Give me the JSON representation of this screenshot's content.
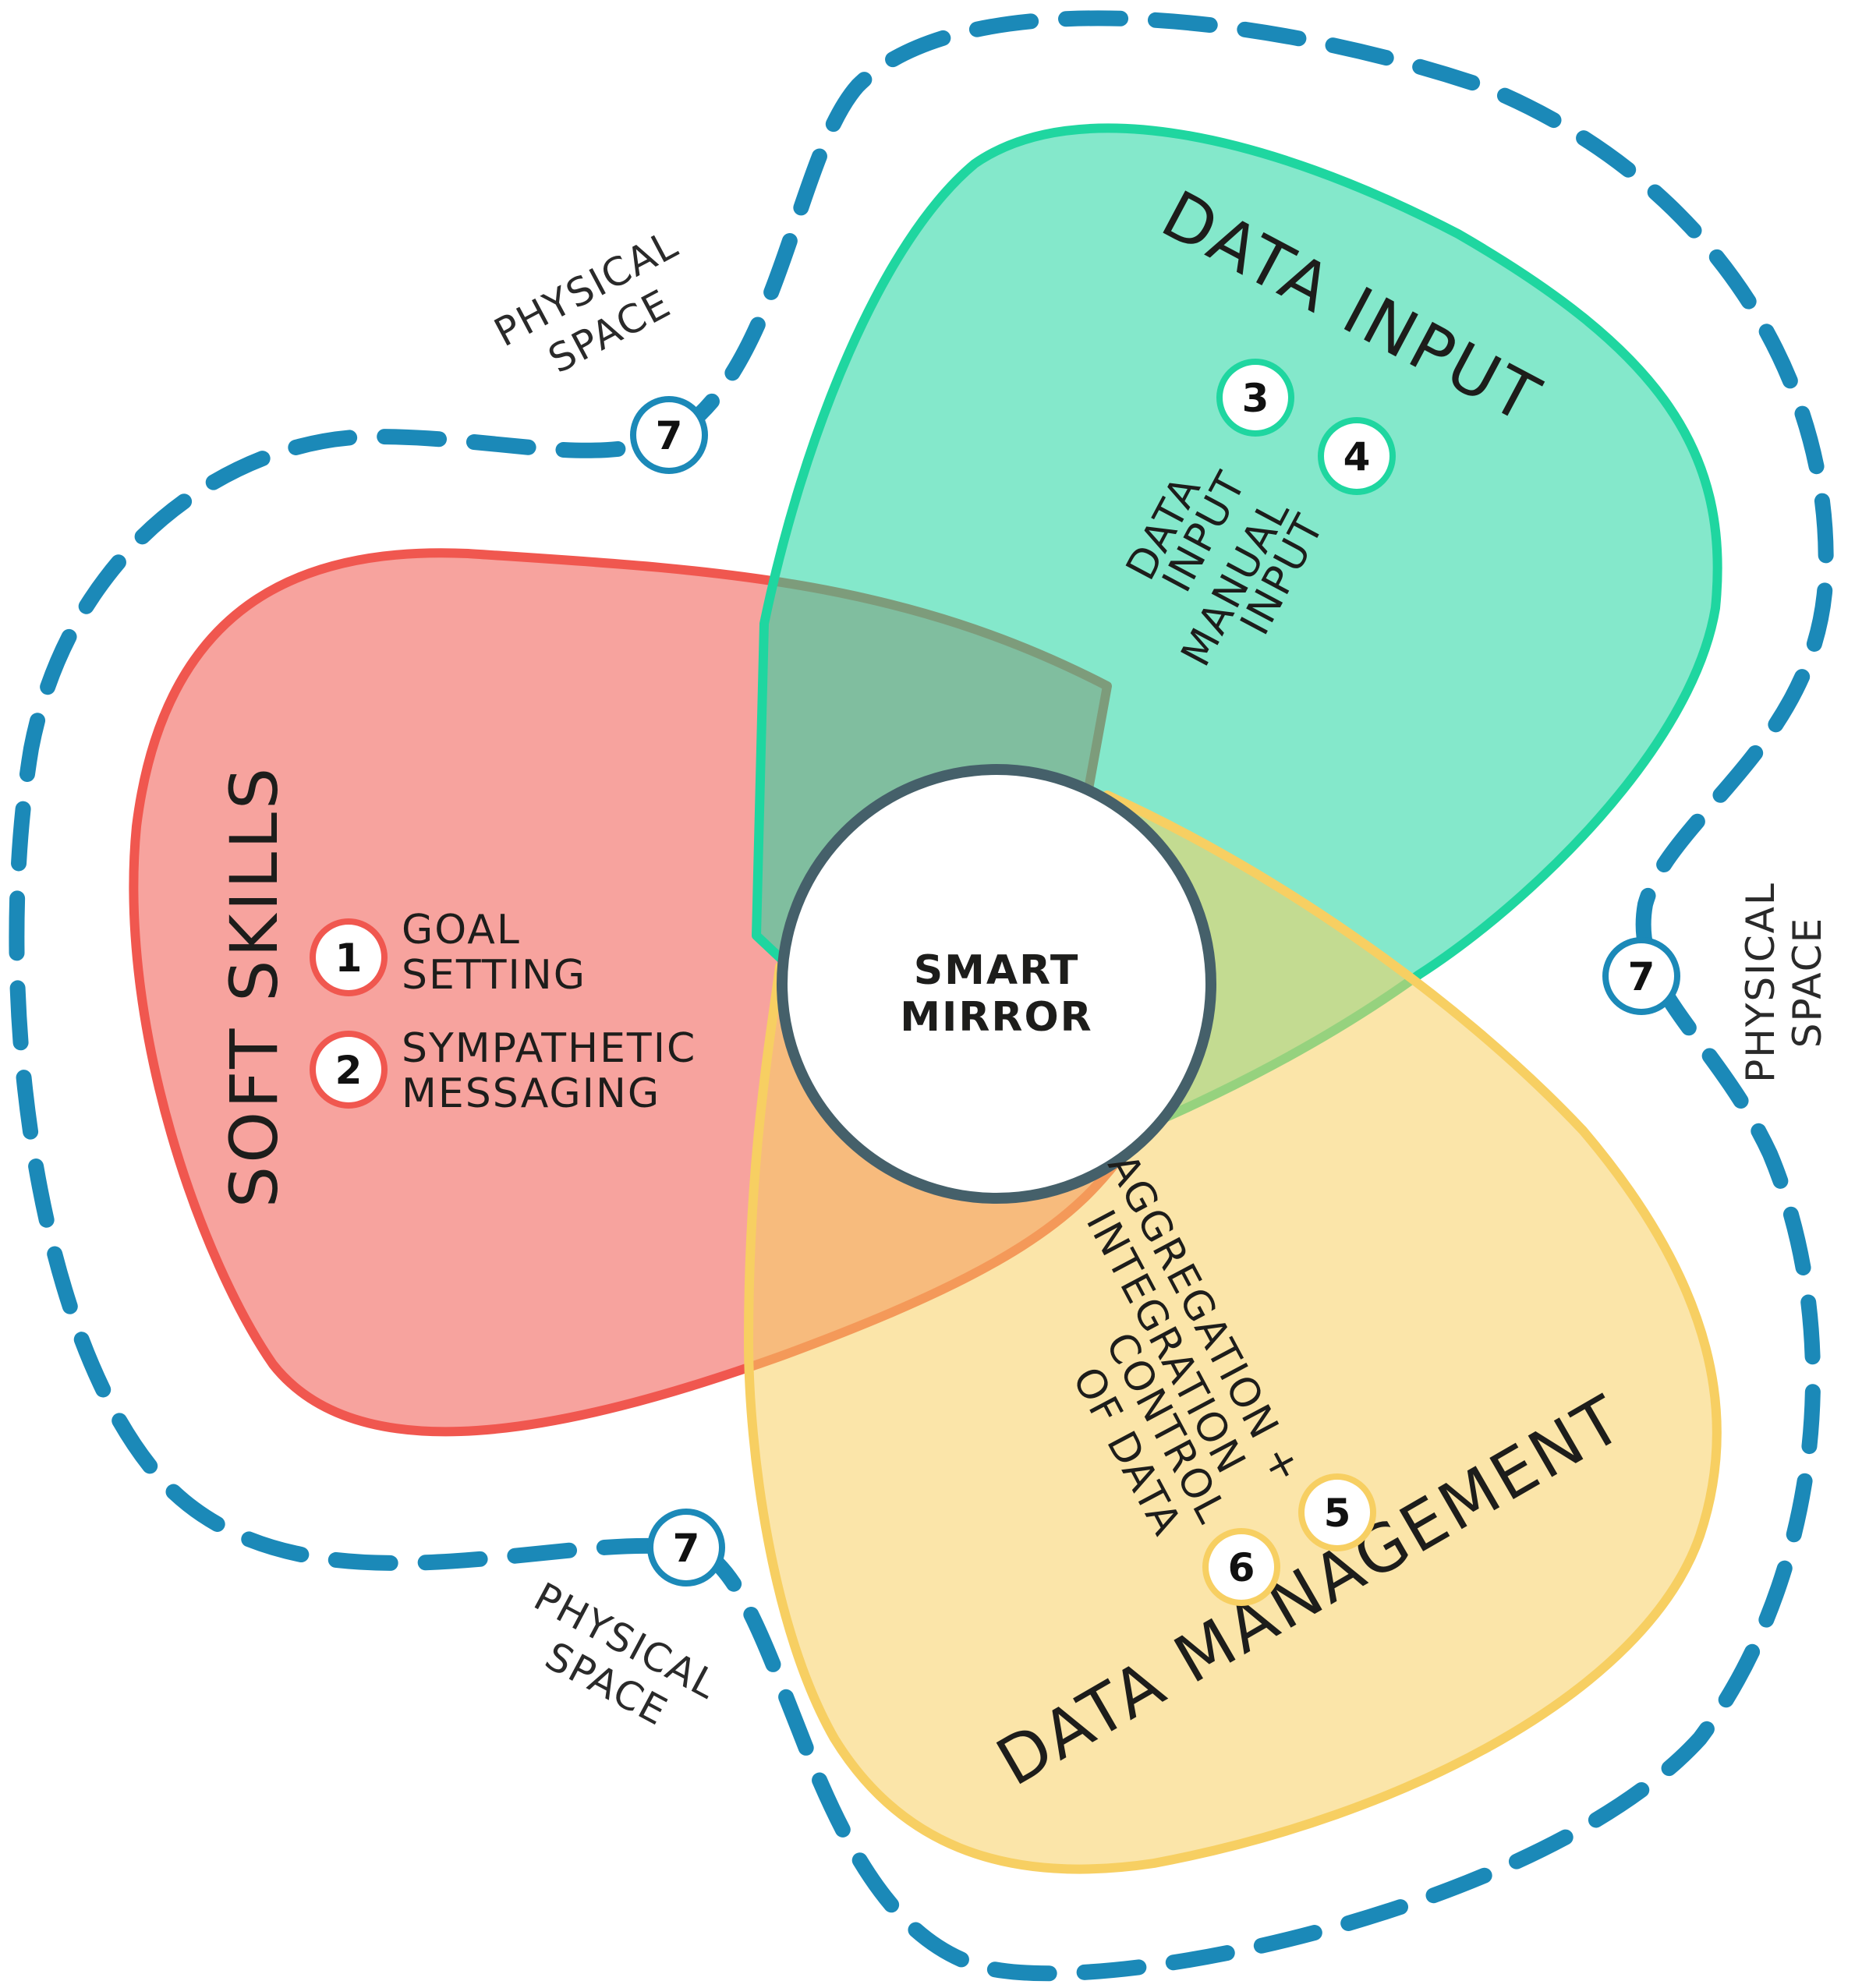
{
  "colors": {
    "soft_skills": "#f0574f",
    "data_input": "#1fd6a0",
    "data_management": "#f7cf62",
    "physical_space": "#1b89b8",
    "center_ring": "#45606a"
  },
  "center": {
    "line1": "SMART",
    "line2": "MIRROR"
  },
  "soft_skills": {
    "title": "SOFT SKILLS",
    "items": [
      {
        "num": "1",
        "line1": "GOAL",
        "line2": "SETTING"
      },
      {
        "num": "2",
        "line1": "SYMPATHETIC",
        "line2": "MESSAGING"
      }
    ]
  },
  "data_input": {
    "title": "DATA INPUT",
    "items": [
      {
        "num": "3",
        "line1": "DATA",
        "line2": "INPUT"
      },
      {
        "num": "4",
        "line1": "MANUAL",
        "line2": "INPUT"
      }
    ]
  },
  "data_management": {
    "title": "DATA MANAGEMENT",
    "items": [
      {
        "num": "5",
        "line1": "AGGREGATION +",
        "line2": "INTEGRATION"
      },
      {
        "num": "6",
        "line1": "CONTROL",
        "line2": "OF DATA"
      }
    ]
  },
  "physical_space": [
    {
      "num": "7",
      "line1": "PHYSICAL",
      "line2": "SPACE"
    },
    {
      "num": "7",
      "line1": "PHYSICAL",
      "line2": "SPACE"
    },
    {
      "num": "7",
      "line1": "PHYSICAL",
      "line2": "SPACE"
    }
  ]
}
